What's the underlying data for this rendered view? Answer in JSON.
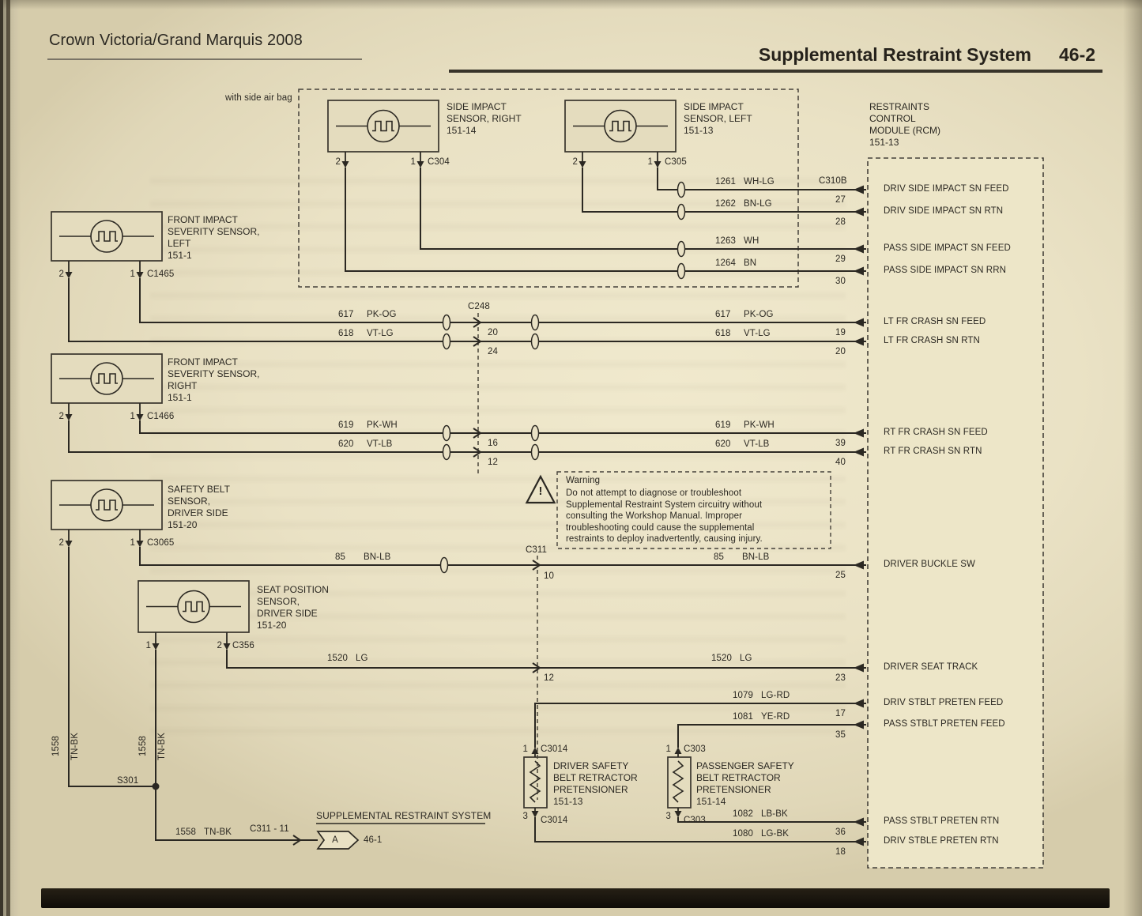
{
  "header": {
    "model": "Crown Victoria/Grand Marquis 2008",
    "section": "Supplemental Restraint System",
    "page": "46-2"
  },
  "annotations": {
    "side_airbag_note": "with side air bag",
    "splice": "S301",
    "c311_pin11": "C311 - 11",
    "supp_label": "SUPPLEMENTAL RESTRAINT SYSTEM",
    "flag_letter": "A",
    "flag_page": "46-1"
  },
  "warning": {
    "title": "Warning",
    "mark": "!",
    "body": "Do not attempt to diagnose or troubleshoot\nSupplemental Restraint System circuitry without\nconsulting the Workshop Manual. Improper\ntroubleshooting could cause the supplemental\nrestraints to deploy inadvertently, causing injury."
  },
  "components": {
    "side_impact_right": {
      "name": "SIDE IMPACT\nSENSOR, RIGHT\n151-14",
      "connector": "C304",
      "pin_a": "2",
      "pin_b": "1"
    },
    "side_impact_left": {
      "name": "SIDE IMPACT\nSENSOR, LEFT\n151-13",
      "connector": "C305",
      "pin_a": "2",
      "pin_b": "1"
    },
    "rcm": {
      "name": "RESTRAINTS\nCONTROL\nMODULE (RCM)\n151-13",
      "top_connector": "C310B"
    },
    "front_impact_left": {
      "name": "FRONT IMPACT\nSEVERITY SENSOR,\nLEFT\n151-1",
      "connector": "C1465",
      "pin_a": "2",
      "pin_b": "1"
    },
    "front_impact_right": {
      "name": "FRONT IMPACT\nSEVERITY SENSOR,\nRIGHT\n151-1",
      "connector": "C1466",
      "pin_a": "2",
      "pin_b": "1"
    },
    "safety_belt_sensor": {
      "name": "SAFETY BELT\nSENSOR,\nDRIVER SIDE\n151-20",
      "connector": "C3065",
      "pin_a": "2",
      "pin_b": "1"
    },
    "seat_position_sensor": {
      "name": "SEAT POSITION\nSENSOR,\nDRIVER SIDE\n151-20",
      "connector": "C356",
      "pin_a": "1",
      "pin_b": "2"
    },
    "driver_pretensioner": {
      "name": "DRIVER SAFETY\nBELT RETRACTOR\nPRETENSIONER\n151-13",
      "pin_top": "1",
      "conn_top": "C3014",
      "pin_bottom": "3",
      "conn_bottom": "C3014"
    },
    "passenger_pretensioner": {
      "name": "PASSENGER SAFETY\nBELT RETRACTOR\nPRETENSIONER\n151-14",
      "pin_top": "1",
      "conn_top": "C303",
      "pin_bottom": "3",
      "conn_bottom": "C303"
    }
  },
  "connectors": {
    "c248": {
      "label": "C248",
      "pin_617": "20",
      "pin_618": "24",
      "pin_619": "16",
      "pin_620": "12"
    },
    "c311": {
      "label": "C311",
      "pin_85": "10",
      "pin_1520": "12"
    }
  },
  "wires": {
    "w1261": {
      "circuit": "1261",
      "color": "WH-LG"
    },
    "w1262": {
      "circuit": "1262",
      "color": "BN-LG"
    },
    "w1263": {
      "circuit": "1263",
      "color": "WH"
    },
    "w1264": {
      "circuit": "1264",
      "color": "BN"
    },
    "w617": {
      "circuit": "617",
      "color": "PK-OG"
    },
    "w618": {
      "circuit": "618",
      "color": "VT-LG"
    },
    "w619": {
      "circuit": "619",
      "color": "PK-WH"
    },
    "w620": {
      "circuit": "620",
      "color": "VT-LB"
    },
    "w85": {
      "circuit": "85",
      "color": "BN-LB"
    },
    "w1520": {
      "circuit": "1520",
      "color": "LG"
    },
    "w1079": {
      "circuit": "1079",
      "color": "LG-RD"
    },
    "w1081": {
      "circuit": "1081",
      "color": "YE-RD"
    },
    "w1082": {
      "circuit": "1082",
      "color": "LB-BK"
    },
    "w1080": {
      "circuit": "1080",
      "color": "LG-BK"
    },
    "w1558": {
      "circuit": "1558",
      "color": "TN-BK"
    }
  },
  "rcm_rows": [
    {
      "pin": "27",
      "signal": "DRIV SIDE IMPACT SN FEED"
    },
    {
      "pin": "28",
      "signal": "DRIV SIDE IMPACT SN RTN"
    },
    {
      "pin": "29",
      "signal": "PASS SIDE IMPACT SN FEED"
    },
    {
      "pin": "30",
      "signal": "PASS SIDE IMPACT SN RRN"
    },
    {
      "pin": "19",
      "signal": "LT FR CRASH SN FEED"
    },
    {
      "pin": "20",
      "signal": "LT FR CRASH SN RTN"
    },
    {
      "pin": "39",
      "signal": "RT FR CRASH SN FEED"
    },
    {
      "pin": "40",
      "signal": "RT FR CRASH SN RTN"
    },
    {
      "pin": "25",
      "signal": "DRIVER BUCKLE SW"
    },
    {
      "pin": "23",
      "signal": "DRIVER SEAT TRACK"
    },
    {
      "pin": "17",
      "signal": "DRIV STBLT PRETEN FEED"
    },
    {
      "pin": "35",
      "signal": "PASS STBLT PRETEN FEED"
    },
    {
      "pin": "36",
      "signal": "PASS STBLT PRETEN RTN"
    },
    {
      "pin": "18",
      "signal": "DRIV STBLE PRETEN RTN"
    }
  ]
}
